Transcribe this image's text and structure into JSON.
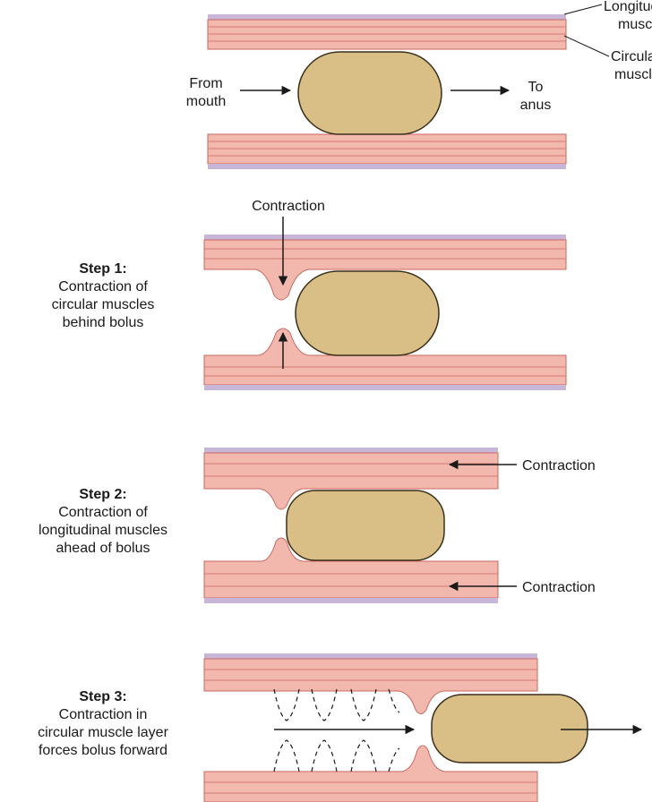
{
  "intro": {
    "longitudinal_label": [
      "Longitudinal",
      "muscle"
    ],
    "circular_label": [
      "Circular",
      "muscle"
    ],
    "from_label": [
      "From",
      "mouth"
    ],
    "to_label": [
      "To",
      "anus"
    ]
  },
  "step1": {
    "title": "Step 1:",
    "lines": [
      "Contraction of",
      "circular muscles",
      "behind bolus"
    ],
    "contraction_label": "Contraction"
  },
  "step2": {
    "title": "Step 2:",
    "lines": [
      "Contraction of",
      "longitudinal muscles",
      "ahead of  bolus"
    ],
    "contraction_top_label": "Contraction",
    "contraction_bottom_label": "Contraction"
  },
  "step3": {
    "title": "Step 3:",
    "lines": [
      "Contraction  in",
      "circular muscle layer",
      "forces  bolus forward"
    ]
  },
  "colors": {
    "muscle": "#f2b7ad",
    "muscle_line": "#c96a5f",
    "outer_layer": "#c7b6d8",
    "bolus": "#d9bf85",
    "bolus_edge": "#3a2f1c"
  }
}
